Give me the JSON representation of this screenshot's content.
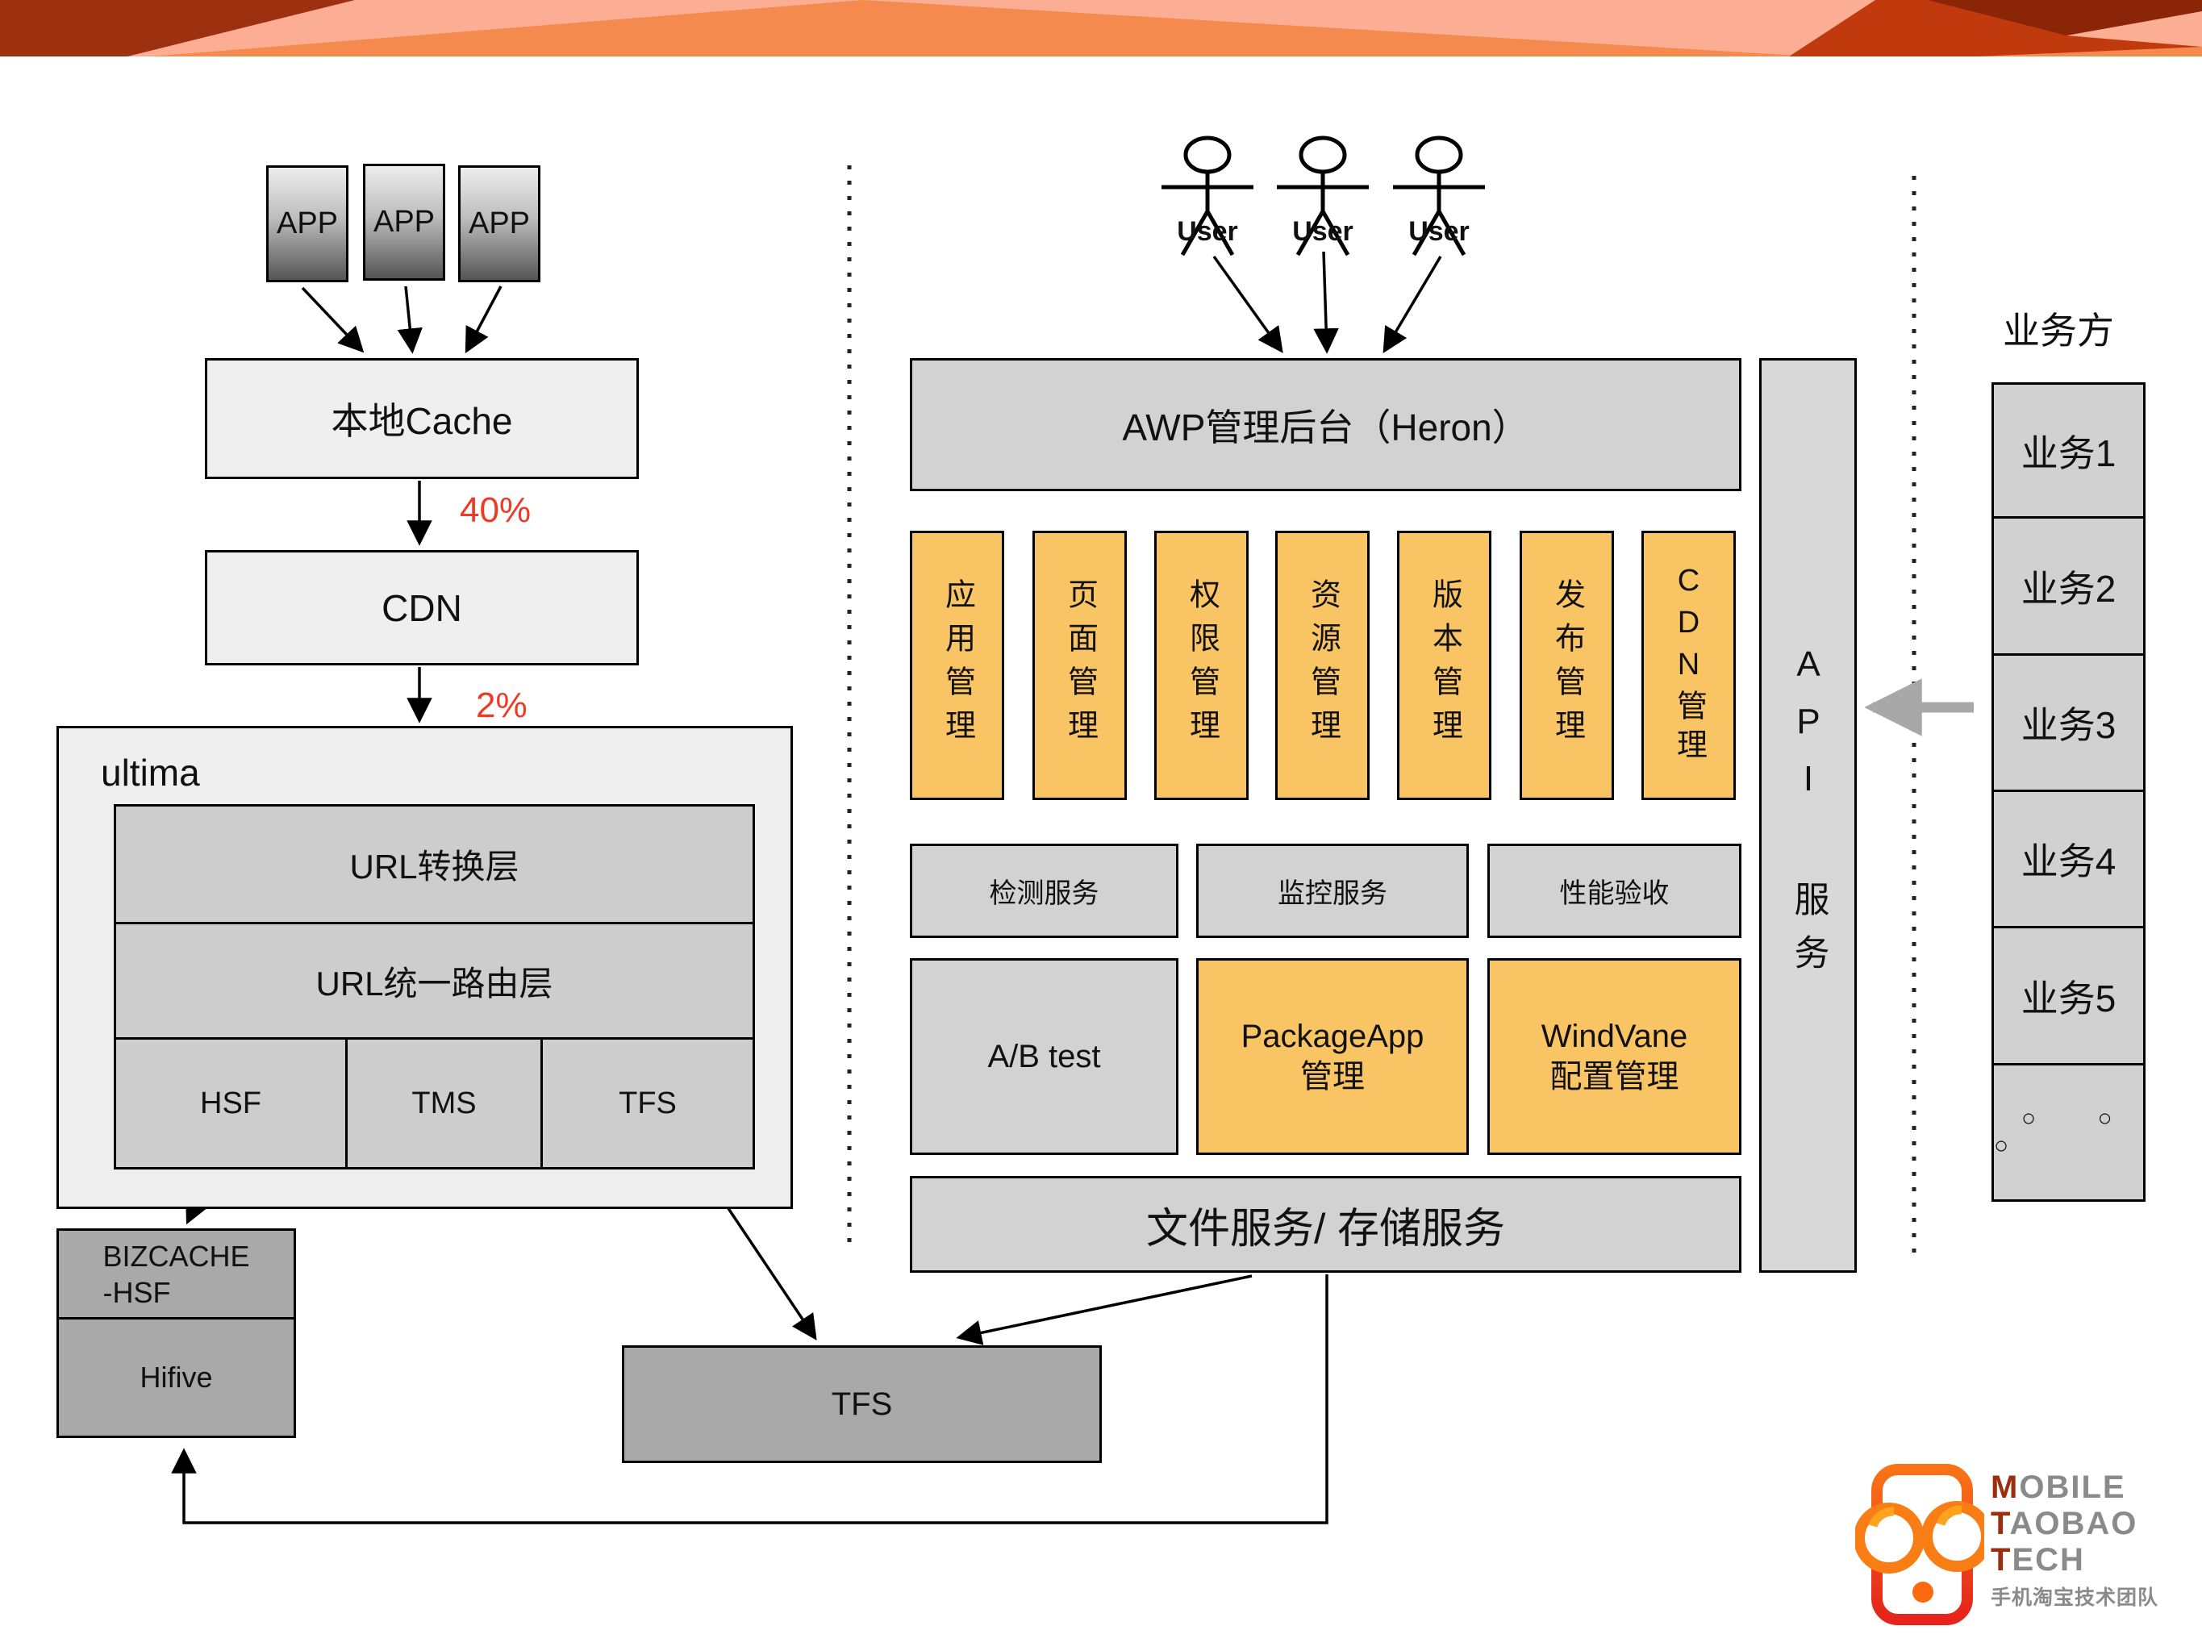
{
  "left_flow": {
    "app_labels": [
      "APP",
      "APP",
      "APP"
    ],
    "local_cache": "本地Cache",
    "pct_cache_to_cdn": "40%",
    "cdn": "CDN",
    "pct_cdn_to_ultima": "2%",
    "ultima": {
      "title": "ultima",
      "url_convert_layer": "URL转换层",
      "url_route_layer": "URL统一路由层",
      "bottom_cells": [
        "HSF",
        "TMS",
        "TFS"
      ]
    },
    "bizcache_lines": [
      "BIZCACHE",
      "-HSF"
    ],
    "hifive": "Hifive",
    "tfs_storage": "TFS"
  },
  "center": {
    "users": [
      "User",
      "User",
      "User"
    ],
    "awp_title": "AWP管理后台（Heron）",
    "mgmt_columns": [
      "应用管理",
      "页面管理",
      "权限管理",
      "资源管理",
      "版本管理",
      "发布管理",
      "CDN管理"
    ],
    "service_row": [
      "检测服务",
      "监控服务",
      "性能验收"
    ],
    "tool_row": [
      {
        "lines": [
          "A/B test"
        ],
        "variant": "gray"
      },
      {
        "lines": [
          "PackageApp",
          "管理"
        ],
        "variant": "orange"
      },
      {
        "lines": [
          "WindVane",
          "配置管理"
        ],
        "variant": "orange"
      }
    ],
    "file_service": "文件服务/ 存储服务",
    "api_bar": {
      "top": "API",
      "bottom": "服务"
    }
  },
  "right": {
    "title": "业务方",
    "items": [
      "业务1",
      "业务2",
      "业务3",
      "业务4",
      "业务5"
    ],
    "dots": "○ ○ ○"
  },
  "logo": {
    "lines": [
      "MOBILE",
      "TAOBAO",
      "TECH"
    ],
    "subtitle": "手机淘宝技术团队"
  },
  "colors": {
    "percent_red": "#ee3a24",
    "orange_box": "#f9c464",
    "gray_light": "#efefef",
    "gray_mid": "#cdcdcd",
    "gray_dark": "#a9a9a9",
    "gray_arrow": "#a8a8a8",
    "banner_peach": "#fbae93",
    "banner_orange": "#f58a4f",
    "banner_dark_left": "#9c300f",
    "banner_brick": "#c13a0e",
    "banner_maroon": "#8a2508",
    "logo_orange": "#f97316",
    "logo_red": "#e5231b",
    "logo_maroon": "#9c2e0e"
  }
}
